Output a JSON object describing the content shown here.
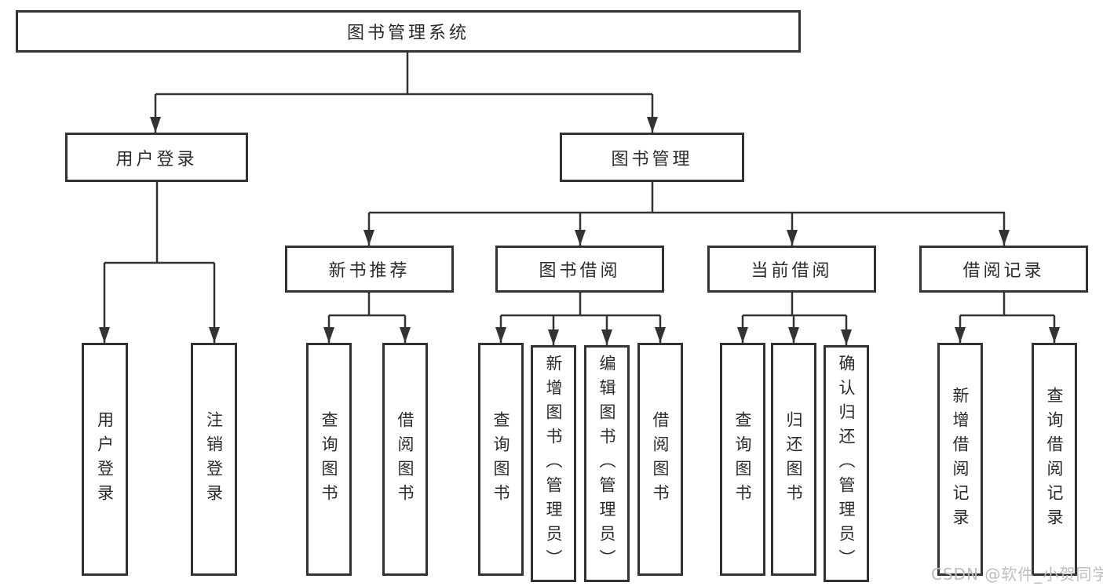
{
  "tree": {
    "root": "图书管理系统",
    "children": [
      {
        "label": "用户登录",
        "children": [
          "用户登录",
          "注销登录"
        ]
      },
      {
        "label": "图书管理",
        "children": [
          {
            "label": "新书推荐",
            "children": [
              "查询图书",
              "借阅图书"
            ]
          },
          {
            "label": "图书借阅",
            "children": [
              "查询图书",
              "新增图书（管理员）",
              "编辑图书（管理员）",
              "借阅图书"
            ]
          },
          {
            "label": "当前借阅",
            "children": [
              "查询图书",
              "归还图书",
              "确认归还（管理员）"
            ]
          },
          {
            "label": "借阅记录",
            "children": [
              "新增借阅记录",
              "查询借阅记录"
            ]
          }
        ]
      }
    ]
  },
  "watermark": {
    "text": "CSDN @软件_小贺同学"
  },
  "colors": {
    "line": "#333333",
    "text": "#2b2b2b",
    "background": "#ffffff",
    "watermark": "#bdbdbd"
  }
}
